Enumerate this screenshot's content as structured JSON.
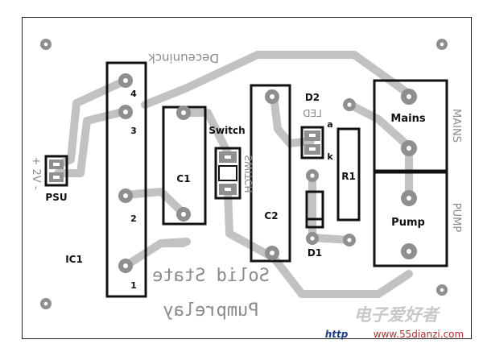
{
  "board": {
    "mirrored_texts": {
      "top_credit": "Deceuninck",
      "title_line1": "Solid State",
      "title_line2": "Pumprelay",
      "switch_silk": "SWITCH",
      "psu_polarity": "+ 2V -",
      "led_silk": "LED",
      "mains_silk": "MAINS",
      "pump_silk": "PUMP"
    },
    "labels": {
      "ic1": "IC1",
      "pin4": "4",
      "pin3": "3",
      "pin2": "2",
      "pin1": "1",
      "psu": "PSU",
      "c1": "C1",
      "switch": "Switch",
      "c2": "C2",
      "d2": "D2",
      "led_a": "a",
      "led_k": "k",
      "r1": "R1",
      "d1": "D1",
      "mains": "Mains",
      "pump": "Pump"
    }
  },
  "watermark": {
    "chinese": "电子爱好者",
    "http": "http",
    "url": "www.55dianzi.com"
  },
  "colors": {
    "trace": "#c2c2c2",
    "outline": "#111111",
    "pad_outer": "#8f8f8f",
    "pad_hole": "#ffffff",
    "border": "#222222"
  }
}
